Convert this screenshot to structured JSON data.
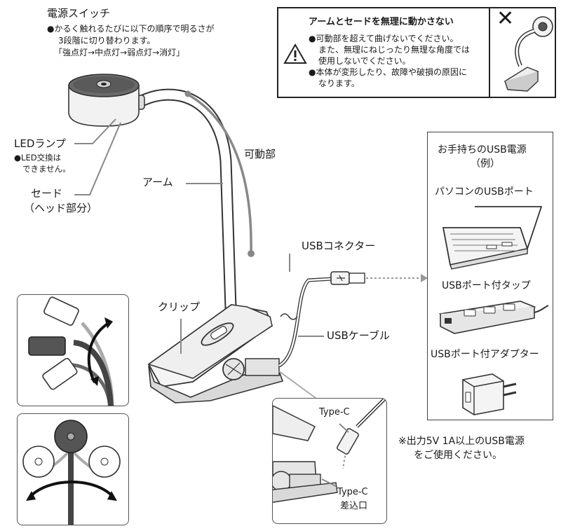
{
  "switch": {
    "title": "電源スイッチ",
    "line1": "●かるく触れるたびに以下の順序で明るさが",
    "line2": "3段階に切り替わります。",
    "line3": "「強点灯→中点灯→弱点灯→消灯」"
  },
  "lamp": {
    "label": "LEDランプ",
    "note1": "●LED交換は",
    "note2": "できません。"
  },
  "shade": {
    "label1": "セード",
    "label2": "（ヘッド部分）"
  },
  "arm_label": "アーム",
  "movable_label": "可動部",
  "clip_label": "クリップ",
  "connector_label": "USBコネクター",
  "cable_label": "USBケーブル",
  "warning": {
    "title": "アームとセードを無理に動かさない",
    "line1": "●可動部を超えて曲げないでください。",
    "line2": "また、無理にねじったり無理な角度では",
    "line3": "使用しないでください。",
    "line4": "●本体が変形したり、故障や破損の原因に",
    "line5": "なります。",
    "cross": "✕"
  },
  "usb_source": {
    "title1": "お手持ちのUSB電源",
    "title2": "（例）",
    "pc": "パソコンのUSBポート",
    "tap": "USBポート付タップ",
    "adapter": "USBポート付アダプター"
  },
  "power_note": {
    "line1": "※出力5V 1A以上のUSB電源",
    "line2": "をご使用ください。"
  },
  "typec": {
    "label": "Type-C",
    "port_label1": "Type-C",
    "port_label2": "差込口"
  }
}
